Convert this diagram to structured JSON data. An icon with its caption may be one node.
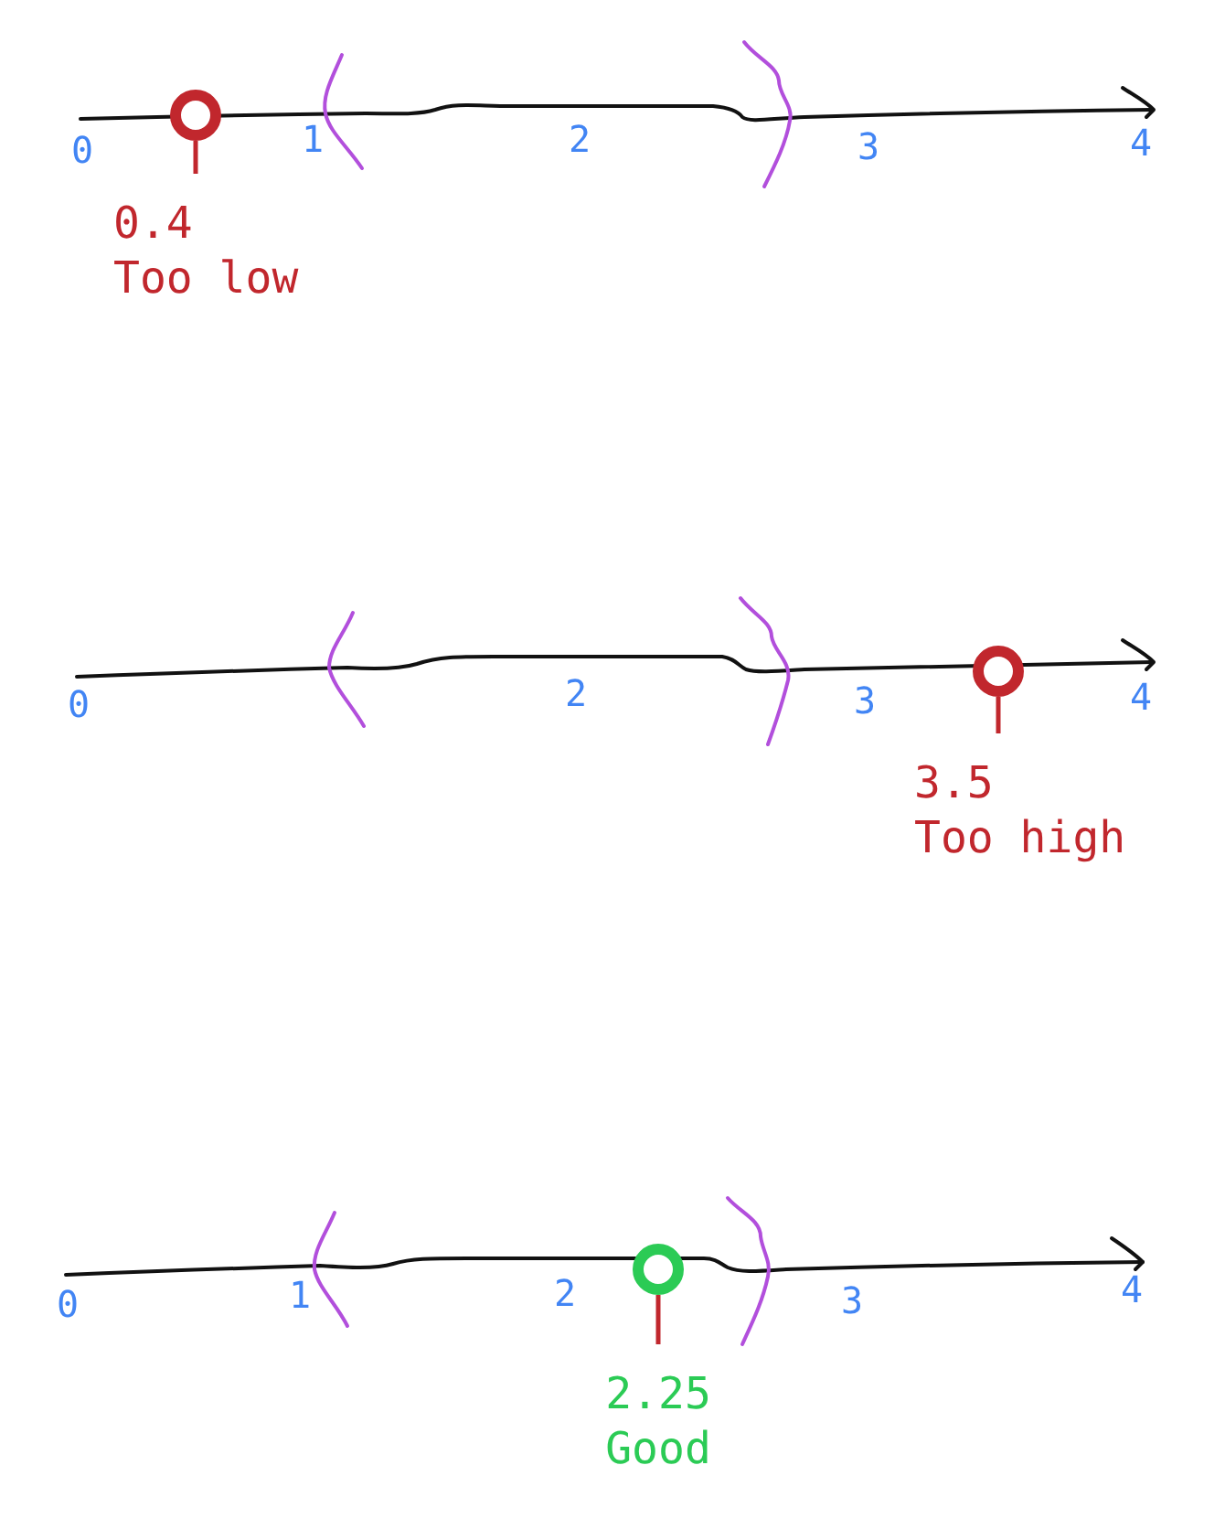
{
  "diagram": {
    "nodes": [
      {
        "text": [
          "0.4",
          "Too low"
        ]
      },
      {
        "text": [],
        "shape": "circle"
      },
      {
        "text": [
          "3.5",
          "Too high"
        ]
      },
      {
        "text": [],
        "shape": "circle"
      },
      {
        "text": [
          "2.25",
          "Good"
        ]
      },
      {
        "text": [],
        "shape": "circle"
      }
    ],
    "edges": [
      {
        "from": 0,
        "to": 1,
        "arrow": "none"
      },
      {
        "from": 2,
        "to": 3,
        "arrow": "none"
      },
      {
        "from": 4,
        "to": 5,
        "arrow": "none"
      }
    ],
    "labels": [
      "0",
      "1",
      "2",
      "3",
      "4",
      "0",
      "2",
      "3",
      "4",
      "0",
      "1",
      "2",
      "3",
      "4"
    ]
  }
}
